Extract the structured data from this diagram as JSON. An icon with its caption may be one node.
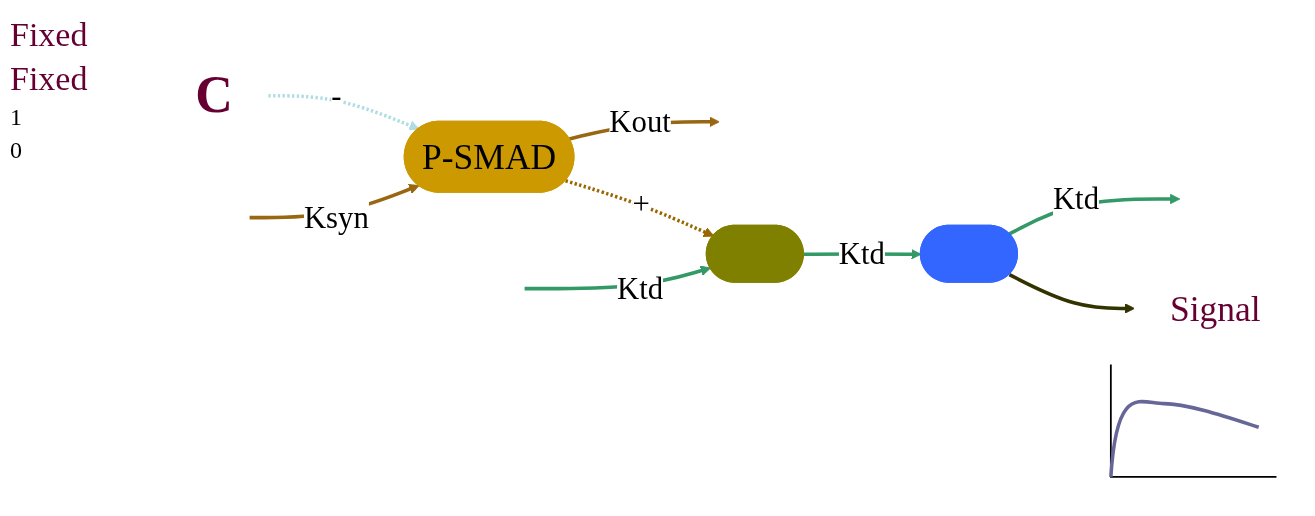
{
  "diagram": {
    "nodes": [
      {
        "text": [
          "C"
        ]
      },
      {
        "text": [
          "P-SMAD"
        ]
      },
      {
        "text": [],
        "shape": "ellipse"
      },
      {
        "text": [],
        "shape": "ellipse"
      },
      {
        "text": [
          "Signal"
        ]
      }
    ],
    "edges": [
      {
        "from": 0,
        "to": 1,
        "arrow": "to",
        "label": "-",
        "style": "dashed",
        "color": "#b0dde4"
      },
      {
        "from": null,
        "to": 1,
        "arrow": "to",
        "label": "Ksyn",
        "color": "#996611"
      },
      {
        "from": 1,
        "to": null,
        "arrow": "to",
        "label": "Kout",
        "color": "#996611"
      },
      {
        "from": 1,
        "to": 2,
        "arrow": "to",
        "label": "+",
        "style": "dashed",
        "color": "#996600"
      },
      {
        "from": null,
        "to": 2,
        "arrow": "to",
        "label": "Ktd"
      },
      {
        "from": 2,
        "to": 3,
        "arrow": "to",
        "label": "Ktd"
      },
      {
        "from": 3,
        "to": null,
        "arrow": "to",
        "label": "Ktd"
      },
      {
        "from": 3,
        "to": 4,
        "arrow": "to",
        "color": "#333300"
      }
    ],
    "labels": [
      "Fixed",
      "Fixed",
      "1",
      "0"
    ]
  }
}
